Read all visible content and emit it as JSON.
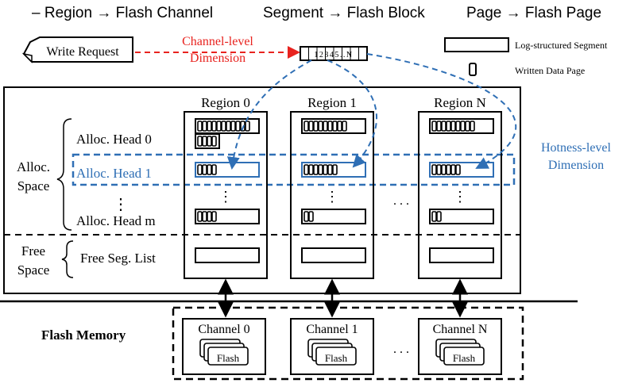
{
  "legend": {
    "mapping": [
      "–  Region → Flash Channel",
      "Segment → Flash Block",
      "Page → Flash Page"
    ],
    "segment_label": "Log-structured Segment",
    "page_label": "Written Data Page"
  },
  "write_request": "Write Request",
  "channel_dimension": [
    "Channel-level",
    "Dimension"
  ],
  "hotness_dimension": [
    "Hotness-level",
    "Dimension"
  ],
  "queue_label": "12345..N",
  "regions": [
    "Region 0",
    "Region 1",
    "Region N"
  ],
  "alloc_space": [
    "Alloc.",
    "Space"
  ],
  "free_space": [
    "Free",
    "Space"
  ],
  "alloc_heads": [
    "Alloc. Head 0",
    "Alloc. Head 1",
    "Alloc. Head m"
  ],
  "free_seg_list": "Free Seg. List",
  "vdots": "⋮",
  "hdots": ". . .",
  "flash_memory": "Flash Memory",
  "channels": [
    "Channel 0",
    "Channel 1",
    "Channel N"
  ],
  "flash_chip": "Flash",
  "colors": {
    "red": "#e8231f",
    "blue": "#2f6fb5",
    "black": "#000000"
  }
}
